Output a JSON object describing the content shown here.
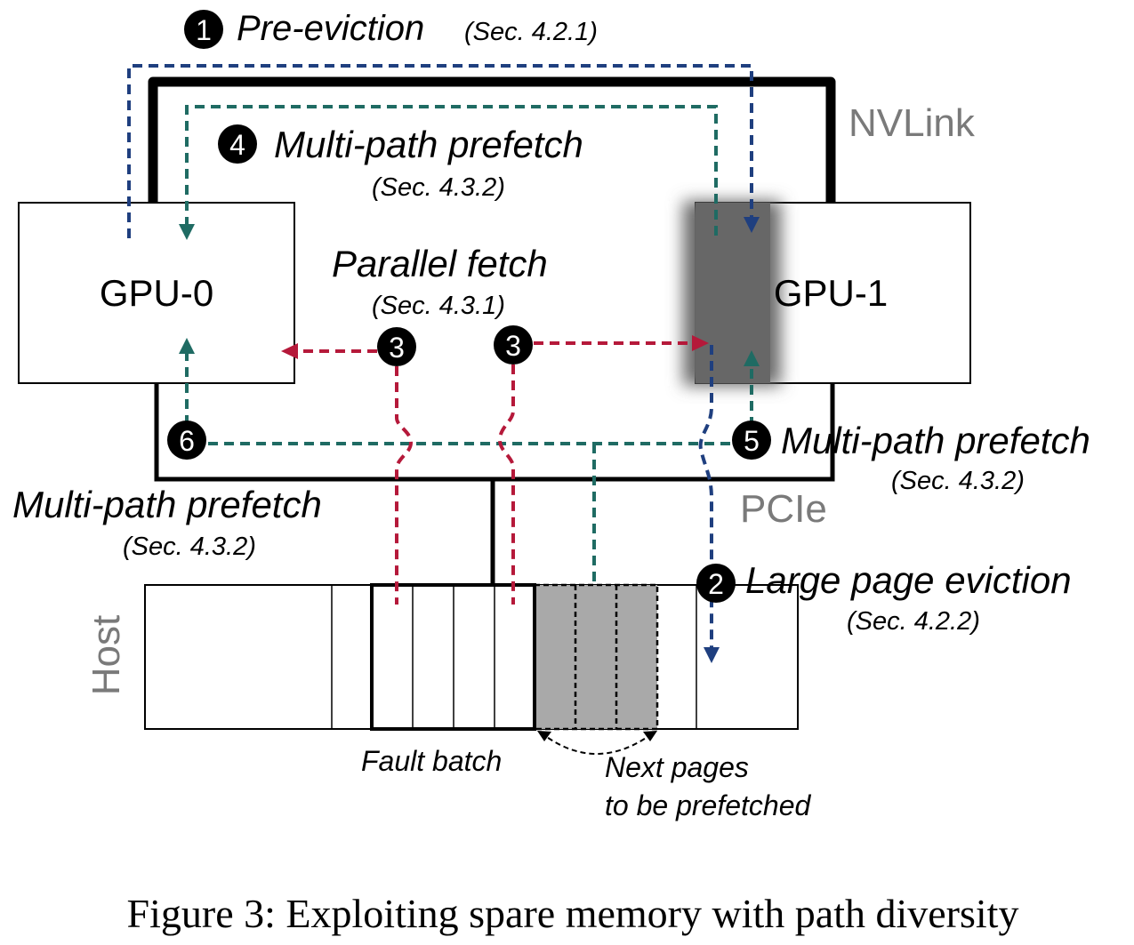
{
  "labels": {
    "pre_eviction": "Pre-eviction",
    "pre_eviction_sec": "(Sec. 4.2.1)",
    "nvlink": "NVLink",
    "multipath_4": "Multi-path prefetch",
    "multipath_4_sec": "(Sec. 4.3.2)",
    "gpu0": "GPU-0",
    "gpu1": "GPU-1",
    "parallel_fetch": "Parallel fetch",
    "parallel_fetch_sec": "(Sec. 4.3.1)",
    "multipath_5": "Multi-path prefetch",
    "multipath_5_sec": "(Sec. 4.3.2)",
    "pcie": "PCIe",
    "multipath_6": "Multi-path prefetch",
    "multipath_6_sec": "(Sec. 4.3.2)",
    "large_page_eviction": "Large page eviction",
    "large_page_eviction_sec": "(Sec. 4.2.2)",
    "host": "Host",
    "fault_batch": "Fault batch",
    "next_pages_1": "Next pages",
    "next_pages_2": "to be prefetched"
  },
  "markers": {
    "m1": "1",
    "m2": "2",
    "m3a": "3",
    "m3b": "3",
    "m4": "4",
    "m5": "5",
    "m6": "6"
  },
  "caption": "Figure 3: Exploiting spare memory with path diversity",
  "colors": {
    "blue_path": "#1f3f7f",
    "teal_path": "#1f6b63",
    "red_path": "#b5193a",
    "link_gray": "#7a7a7a",
    "gpu1_shade": "#676767",
    "prefetch_shade": "#a9a9a9"
  }
}
